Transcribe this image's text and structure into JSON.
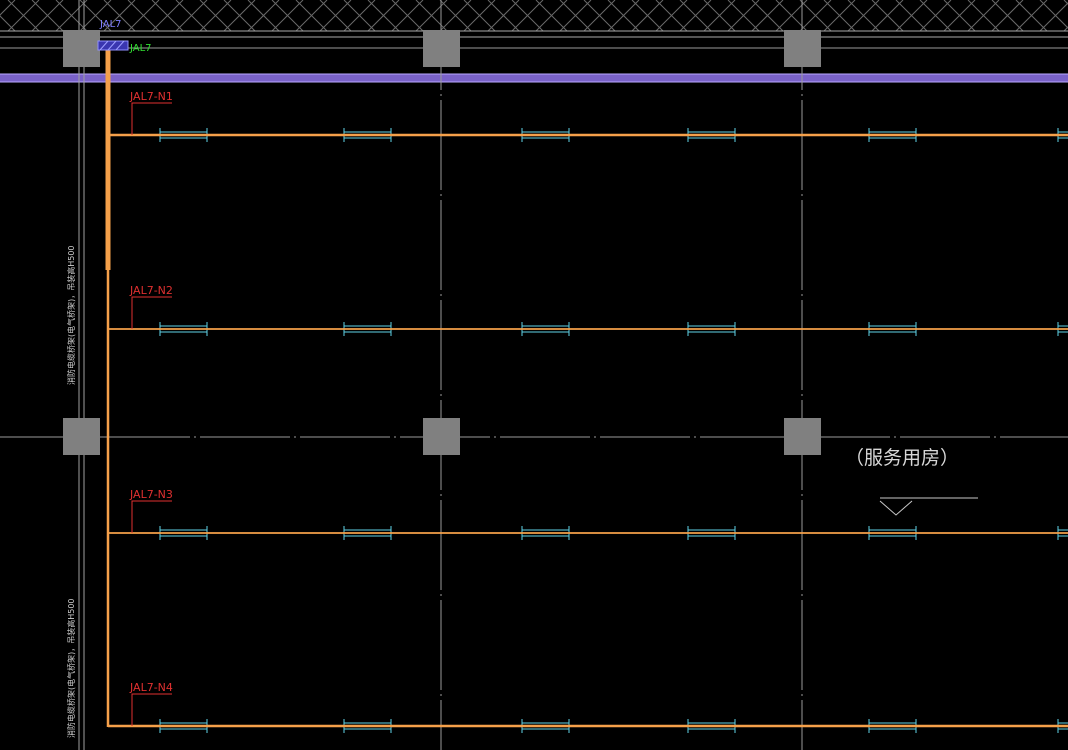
{
  "drawing": {
    "panel_label": "JAL7",
    "panel_label_tag": "JAL7",
    "circuits": [
      {
        "label": "JAL7-N1"
      },
      {
        "label": "JAL7-N2"
      },
      {
        "label": "JAL7-N3"
      },
      {
        "label": "JAL7-N4"
      }
    ],
    "room_label": "（服务用房）",
    "vertical_notes": [
      "消防电缆桥架(电气桥架)，吊装高H500",
      "消防电缆桥架(电气桥架)，吊装高H500"
    ]
  },
  "colors": {
    "background": "#000000",
    "feeder": "#f5a04a",
    "fixture": "#5fd3e8",
    "circuit_label": "#e03030",
    "panel_label": "#7f7fff",
    "panel_tag": "#30e030",
    "tray": "#8a74d6",
    "column": "#808080",
    "grid_line": "#9a9a9a",
    "wall": "#a0a0a0",
    "room_label": "#d8d8d8"
  }
}
